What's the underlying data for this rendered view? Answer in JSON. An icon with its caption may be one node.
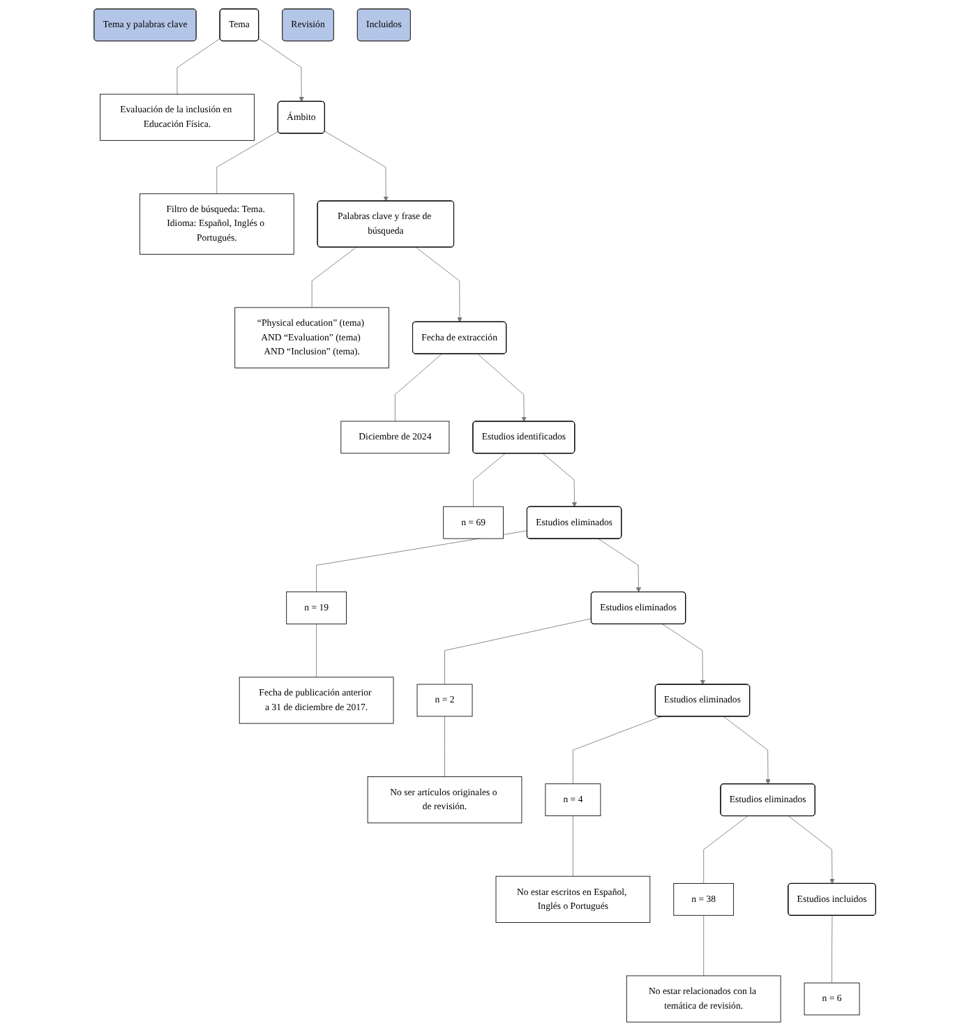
{
  "diagram": {
    "nodes": [
      {
        "text": [
          "Tema y palabras clave"
        ]
      },
      {
        "text": [
          "Tema"
        ]
      },
      {
        "text": [
          "Evaluación de la inclusión en Educación Física."
        ]
      },
      {
        "text": [
          "Ámbito"
        ]
      },
      {
        "text": [
          "Filtro de búsqueda: Tema. Idioma: Español, Inglés o Portugués."
        ]
      },
      {
        "text": [
          "Palabras clave y frase de búsqueda"
        ]
      },
      {
        "text": [
          "“Physical education” (tema) AND “Evaluation” (tema) AND “Inclusion” (tema)."
        ]
      },
      {
        "text": [
          "Fecha de extracción"
        ]
      },
      {
        "text": [
          "Diciembre de 2024"
        ]
      },
      {
        "text": [
          "Revisión"
        ]
      },
      {
        "text": [
          "Estudios identificados"
        ]
      },
      {
        "text": [
          "n = 69"
        ]
      },
      {
        "text": [
          "Estudios eliminados"
        ]
      },
      {
        "text": [
          "n = 19"
        ]
      },
      {
        "text": [
          "Fecha de publicación anterior a 31 de diciembre de 2017."
        ]
      },
      {
        "text": [
          "Estudios eliminados"
        ]
      },
      {
        "text": [
          "n = 2"
        ]
      },
      {
        "text": [
          "No ser artículos originales o de revisión."
        ]
      },
      {
        "text": [
          "Estudios eliminados"
        ]
      },
      {
        "text": [
          "n = 4"
        ]
      },
      {
        "text": [
          "No estar escritos en Español, Inglés o Portugués"
        ]
      },
      {
        "text": [
          "Estudios eliminados"
        ]
      },
      {
        "text": [
          "n = 38"
        ]
      },
      {
        "text": [
          "No estar relacionados con la temática de revisión."
        ]
      },
      {
        "text": [
          "Incluidos"
        ]
      },
      {
        "text": [
          "Estudios incluidos"
        ]
      },
      {
        "text": [
          "n = 6"
        ]
      }
    ],
    "edges": [
      {
        "from": 1,
        "to": 2,
        "arrow": "none"
      },
      {
        "from": 1,
        "to": 3,
        "arrow": "to"
      },
      {
        "from": 3,
        "to": 4,
        "arrow": "none"
      },
      {
        "from": 3,
        "to": 5,
        "arrow": "to"
      },
      {
        "from": 5,
        "to": 6,
        "arrow": "none"
      },
      {
        "from": 5,
        "to": 7,
        "arrow": "to"
      },
      {
        "from": 7,
        "to": 8,
        "arrow": "none"
      },
      {
        "from": 7,
        "to": 10,
        "arrow": "to"
      },
      {
        "from": 10,
        "to": 11,
        "arrow": "none"
      },
      {
        "from": 10,
        "to": 12,
        "arrow": "to"
      },
      {
        "from": 12,
        "to": 13,
        "arrow": "none"
      },
      {
        "from": 13,
        "to": 14,
        "arrow": "none"
      },
      {
        "from": 12,
        "to": 15,
        "arrow": "to"
      },
      {
        "from": 15,
        "to": 16,
        "arrow": "none"
      },
      {
        "from": 16,
        "to": 17,
        "arrow": "none"
      },
      {
        "from": 15,
        "to": 18,
        "arrow": "to"
      },
      {
        "from": 18,
        "to": 19,
        "arrow": "none"
      },
      {
        "from": 19,
        "to": 20,
        "arrow": "none"
      },
      {
        "from": 18,
        "to": 21,
        "arrow": "to"
      },
      {
        "from": 21,
        "to": 22,
        "arrow": "none"
      },
      {
        "from": 22,
        "to": 23,
        "arrow": "none"
      },
      {
        "from": 21,
        "to": 25,
        "arrow": "to"
      },
      {
        "from": 25,
        "to": 26,
        "arrow": "none"
      }
    ]
  }
}
